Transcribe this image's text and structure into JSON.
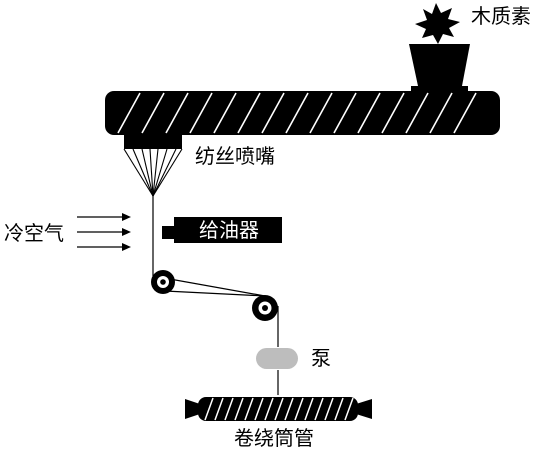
{
  "labels": {
    "lignin": "木质素",
    "spinneret": "纺丝喷嘴",
    "cold_air": "冷空气",
    "oiler": "给油器",
    "pump": "泵",
    "winding_tube": "卷绕筒管"
  },
  "colors": {
    "ink": "#000000",
    "pump_fill": "#bdbdbd",
    "paper": "#ffffff"
  },
  "icons": {
    "lignin": "starburst-icon",
    "hopper": "hopper-icon",
    "pump": "pill-shape",
    "rollers": "roller-icon"
  }
}
